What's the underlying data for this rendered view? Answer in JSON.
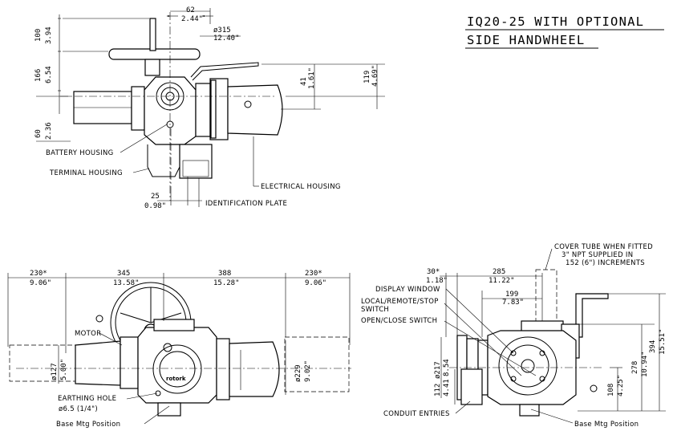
{
  "title": {
    "line1": "IQ20-25 WITH OPTIONAL",
    "line2": "SIDE HANDWHEEL"
  },
  "top_view": {
    "dim_62_mm": "62",
    "dim_62_in": "2.44\"",
    "dim_315_mm": "ø315",
    "dim_315_in": "12.40\"",
    "dim_100_mm": "100",
    "dim_100_in": "3.94",
    "dim_166_mm": "166",
    "dim_166_in": "6.54",
    "dim_41_mm": "41",
    "dim_41_in": "1.61\"",
    "dim_119_mm": "119",
    "dim_119_in": "4.69\"",
    "dim_60_mm": "60",
    "dim_60_in": "2.36",
    "dim_25_mm": "25",
    "dim_25_in": "0.98\"",
    "battery_housing": "BATTERY HOUSING",
    "terminal_housing": "TERMINAL HOUSING",
    "electrical_housing": "ELECTRICAL HOUSING",
    "identification_plate": "IDENTIFICATION PLATE"
  },
  "front_view": {
    "dim_230a_mm": "230*",
    "dim_230a_in": "9.06\"",
    "dim_345_mm": "345",
    "dim_345_in": "13.58\"",
    "dim_388_mm": "388",
    "dim_388_in": "15.28\"",
    "dim_230b_mm": "230*",
    "dim_230b_in": "9.06\"",
    "dim_127_mm": "ø127",
    "dim_127_in": "5.00\"",
    "dim_229_mm": "ø229",
    "dim_229_in": "9.02\"",
    "motor": "MOTOR",
    "earthing_hole": "EARTHING HOLE",
    "earthing_size": "ø6.5 (1/4\")",
    "base_mtg": "Base Mtg Position",
    "brand": "rotork"
  },
  "side_view": {
    "dim_30_mm": "30*",
    "dim_30_in": "1.18\"",
    "dim_285_mm": "285",
    "dim_285_in": "11.22\"",
    "dim_199_mm": "199",
    "dim_199_in": "7.83\"",
    "dim_217_mm": "ø217",
    "dim_217_in": "8.54",
    "dim_112_mm": "112",
    "dim_112_in": "4.41",
    "dim_394_mm": "394",
    "dim_394_in": "15.51\"",
    "dim_278_mm": "278",
    "dim_278_in": "10.94\"",
    "dim_108_mm": "108",
    "dim_108_in": "4.25\"",
    "cover_tube_1": "COVER TUBE WHEN FITTED",
    "cover_tube_2": "3\" NPT SUPPLIED IN",
    "cover_tube_3": "152 (6\") INCREMENTS",
    "display_window": "DISPLAY WINDOW",
    "local_remote_1": "LOCAL/REMOTE/STOP",
    "local_remote_2": "SWITCH",
    "open_close": "OPEN/CLOSE SWITCH",
    "conduit": "CONDUIT ENTRIES",
    "base_mtg": "Base Mtg Position"
  }
}
